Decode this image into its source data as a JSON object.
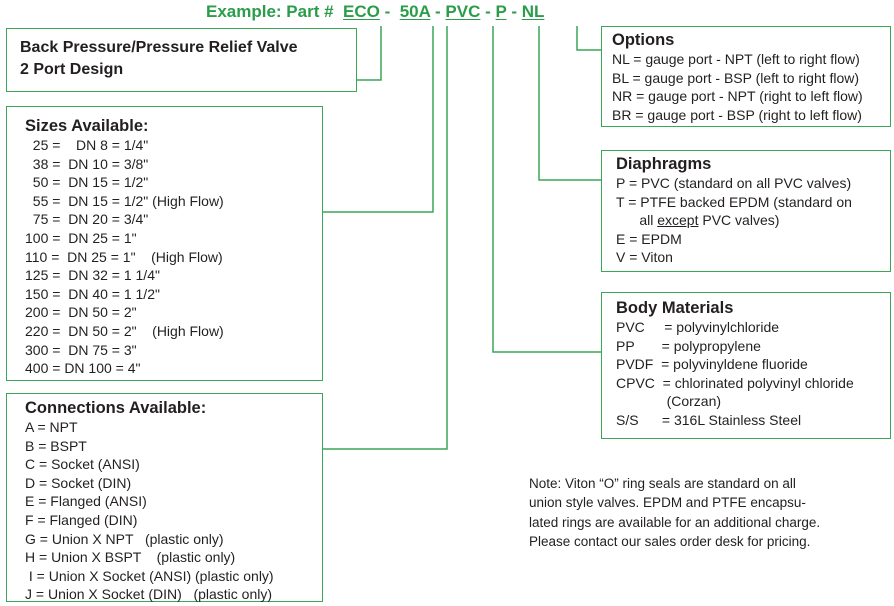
{
  "header": {
    "prefix": "Example: Part #",
    "segments": [
      "ECO",
      "50A",
      "PVC",
      "P",
      "NL"
    ],
    "separator": "-"
  },
  "title_box": {
    "line1": "Back Pressure/Pressure Relief Valve",
    "line2": "2 Port Design"
  },
  "sizes": {
    "title": "Sizes Available:",
    "items": [
      "  25 =    DN 8 = 1/4\"",
      "  38 =  DN 10 = 3/8\"",
      "  50 =  DN 15 = 1/2\"",
      "  55 =  DN 15 = 1/2\" (High Flow)",
      "  75 =  DN 20 = 3/4\"",
      "100 =  DN 25 = 1\"",
      "110 =  DN 25 = 1\"    (High Flow)",
      "125 =  DN 32 = 1 1/4\"",
      "150 =  DN 40 = 1 1/2\"",
      "200 =  DN 50 = 2\"",
      "220 =  DN 50 = 2\"    (High Flow)",
      "300 =  DN 75 = 3\"",
      "400 = DN 100 = 4\""
    ]
  },
  "connections": {
    "title": "Connections Available:",
    "items": [
      "A = NPT",
      "B = BSPT",
      "C = Socket (ANSI)",
      "D = Socket (DIN)",
      "E = Flanged (ANSI)",
      "F = Flanged (DIN)",
      "G = Union X NPT   (plastic only)",
      "H = Union X BSPT    (plastic only)",
      " I = Union X Socket (ANSI) (plastic only)",
      "J = Union X Socket (DIN)   (plastic only)"
    ]
  },
  "options": {
    "title": "Options",
    "items": [
      "NL = gauge port - NPT (left to right flow)",
      "BL = gauge port - BSP (left to right flow)",
      "NR = gauge port - NPT (right to left flow)",
      "BR = gauge port - BSP (right to left flow)"
    ]
  },
  "diaphragms": {
    "title": "Diaphragms",
    "line1": "P = PVC (standard on all PVC valves)",
    "line2": "T = PTFE backed EPDM (standard on",
    "line3_pre": "      all ",
    "line3_underlined": "except",
    "line3_post": " PVC valves)",
    "line4": "E = EPDM",
    "line5": "V = Viton"
  },
  "body_materials": {
    "title": "Body Materials",
    "items": [
      "PVC     = polyvinylchloride",
      "PP       = polypropylene",
      "PVDF  = polyvinyldene fluoride",
      "CPVC  = chlorinated polyvinyl chloride",
      "             (Corzan)",
      "S/S      = 316L Stainless Steel"
    ]
  },
  "note": {
    "lines": [
      "Note: Viton “O” ring seals are standard on all",
      "union style valves. EPDM and PTFE encapsu-",
      "lated rings are available for an additional charge.",
      "Please contact our sales order desk for pricing."
    ]
  },
  "colors": {
    "accent_green": "#2a9d4a",
    "border_green": "#3aa657",
    "text": "#231f20"
  }
}
